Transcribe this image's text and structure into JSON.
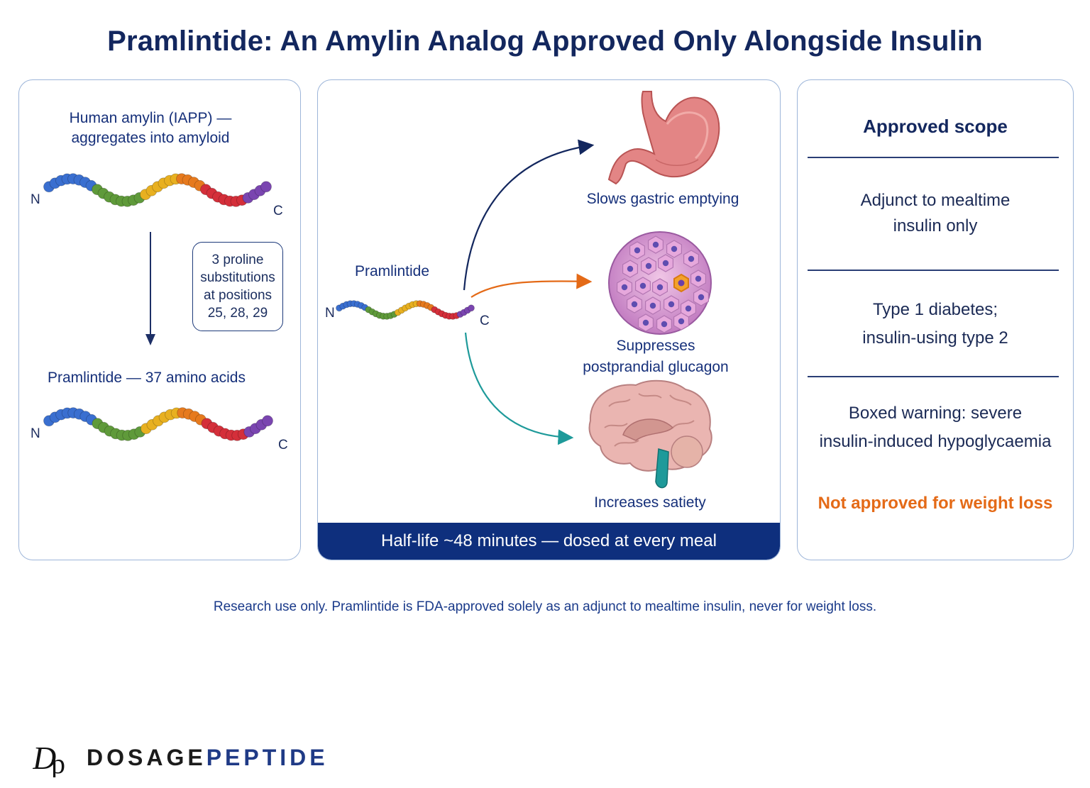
{
  "title": "Pramlintide: An Amylin Analog Approved Only Alongside Insulin",
  "left": {
    "amylin_label": "Human amylin (IAPP) —\naggregates into amyloid",
    "callout": "3 proline\nsubstitutions\nat positions\n25, 28, 29",
    "pram_label": "Pramlintide — 37 amino acids",
    "n_term": "N",
    "c_term": "C"
  },
  "middle": {
    "drug_label": "Pramlintide",
    "effects": [
      "Slows gastric emptying",
      "Suppresses\npostprandial glucagon",
      "Increases satiety"
    ],
    "banner": "Half-life ~48 minutes — dosed at every meal",
    "n_term": "N",
    "c_term": "C"
  },
  "right": {
    "heading": "Approved scope",
    "item1": "Adjunct to mealtime\ninsulin only",
    "item2": "Type 1 diabetes;\ninsulin-using type 2",
    "item3": "Boxed warning: severe\ninsulin-induced hypoglycaemia",
    "item4": "Not approved for weight loss"
  },
  "footnote": "Research use only. Pramlintide is FDA-approved solely as an adjunct to mealtime insulin, never for weight loss.",
  "logo": {
    "word1": "DOSAGE",
    "word2": "PEPTIDE"
  },
  "colors": {
    "navy": "#13275e",
    "orange": "#e46a17",
    "teal": "#1e9a9a",
    "bead_blue": "#3a6fd0",
    "bead_green": "#5f9a3a",
    "bead_yellow": "#e8b020",
    "bead_orange": "#e67a1e",
    "bead_red": "#d42f3a",
    "bead_purple": "#7a45b0"
  },
  "icons": [
    "stomach-icon",
    "pancreatic-islet-icon",
    "brain-icon",
    "peptide-chain-icon",
    "arrow-icon"
  ]
}
